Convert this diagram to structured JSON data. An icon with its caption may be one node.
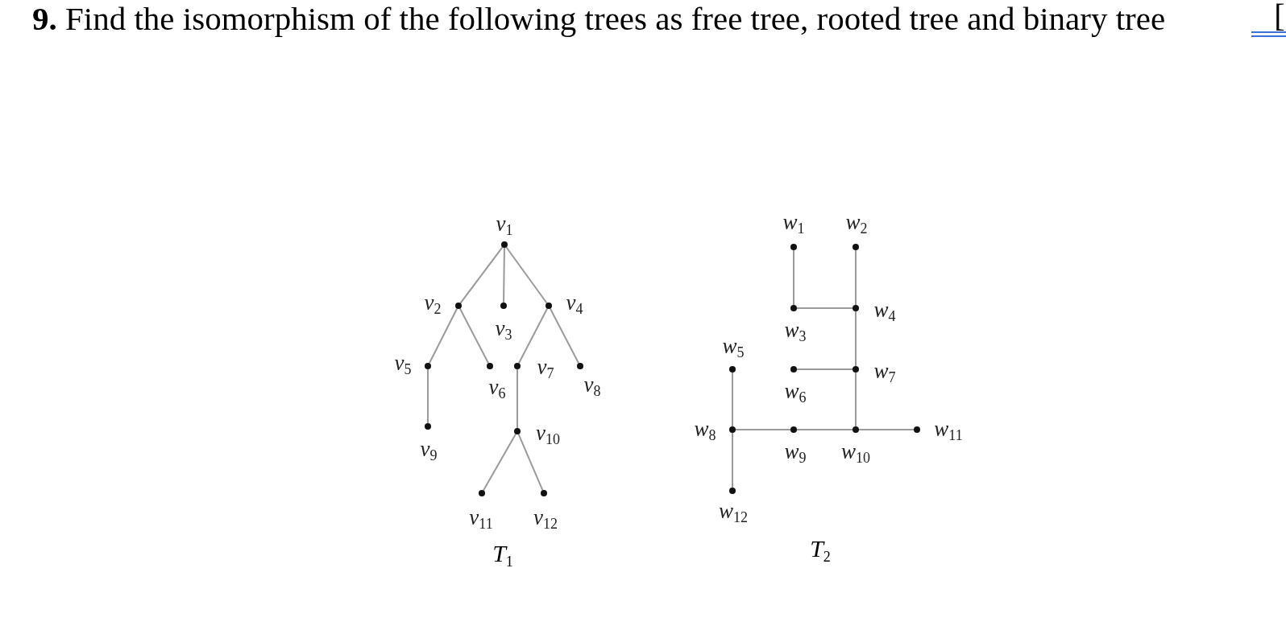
{
  "diagram": {
    "title": "**9.** Find the isomorphism of the following trees as free tree, rooted tree and binary tree",
    "nodes": [
      {
        "text": [
          "v$_{1}$"
        ]
      },
      {
        "text": [
          "v$_{2}$"
        ]
      },
      {
        "text": [
          "v$_{3}$"
        ]
      },
      {
        "text": [
          "v$_{4}$"
        ]
      },
      {
        "text": [
          "v$_{5}$"
        ]
      },
      {
        "text": [
          "v$_{6}$"
        ]
      },
      {
        "text": [
          "v$_{7}$"
        ]
      },
      {
        "text": [
          "v$_{8}$"
        ]
      },
      {
        "text": [
          "v$_{9}$"
        ]
      },
      {
        "text": [
          "v$_{10}$"
        ]
      },
      {
        "text": [
          "v$_{11}$"
        ]
      },
      {
        "text": [
          "v$_{12}$"
        ]
      },
      {
        "text": [
          "w$_{1}$"
        ]
      },
      {
        "text": [
          "w$_{2}$"
        ]
      },
      {
        "text": [
          "w$_{3}$"
        ]
      },
      {
        "text": [
          "w$_{4}$"
        ]
      },
      {
        "text": [
          "w$_{5}$"
        ]
      },
      {
        "text": [
          "w$_{6}$"
        ]
      },
      {
        "text": [
          "w$_{7}$"
        ]
      },
      {
        "text": [
          "w$_{8}$"
        ]
      },
      {
        "text": [
          "w$_{9}$"
        ]
      },
      {
        "text": [
          "w$_{10}$"
        ]
      },
      {
        "text": [
          "w$_{11}$"
        ]
      },
      {
        "text": [
          "w$_{12}$"
        ]
      }
    ],
    "edges": [
      {
        "from": 0,
        "to": 1,
        "arrow": "none"
      },
      {
        "from": 0,
        "to": 2,
        "arrow": "none"
      },
      {
        "from": 0,
        "to": 3,
        "arrow": "none"
      },
      {
        "from": 1,
        "to": 4,
        "arrow": "none"
      },
      {
        "from": 1,
        "to": 5,
        "arrow": "none"
      },
      {
        "from": 3,
        "to": 6,
        "arrow": "none"
      },
      {
        "from": 3,
        "to": 7,
        "arrow": "none"
      },
      {
        "from": 4,
        "to": 8,
        "arrow": "none"
      },
      {
        "from": 6,
        "to": 9,
        "arrow": "none"
      },
      {
        "from": 9,
        "to": 10,
        "arrow": "none"
      },
      {
        "from": 9,
        "to": 11,
        "arrow": "none"
      },
      {
        "from": 12,
        "to": 14,
        "arrow": "none"
      },
      {
        "from": 14,
        "to": 15,
        "arrow": "none"
      },
      {
        "from": 13,
        "to": 15,
        "arrow": "none"
      },
      {
        "from": 15,
        "to": 18,
        "arrow": "none"
      },
      {
        "from": 17,
        "to": 18,
        "arrow": "none"
      },
      {
        "from": 18,
        "to": 21,
        "arrow": "none"
      },
      {
        "from": 16,
        "to": 19,
        "arrow": "none"
      },
      {
        "from": 19,
        "to": 20,
        "arrow": "none"
      },
      {
        "from": 20,
        "to": 21,
        "arrow": "none"
      },
      {
        "from": 21,
        "to": 22,
        "arrow": "none"
      },
      {
        "from": 19,
        "to": 23,
        "arrow": "none"
      }
    ],
    "labels": [
      "[",
      "T$_{1}$",
      "T$_{2}$"
    ]
  }
}
